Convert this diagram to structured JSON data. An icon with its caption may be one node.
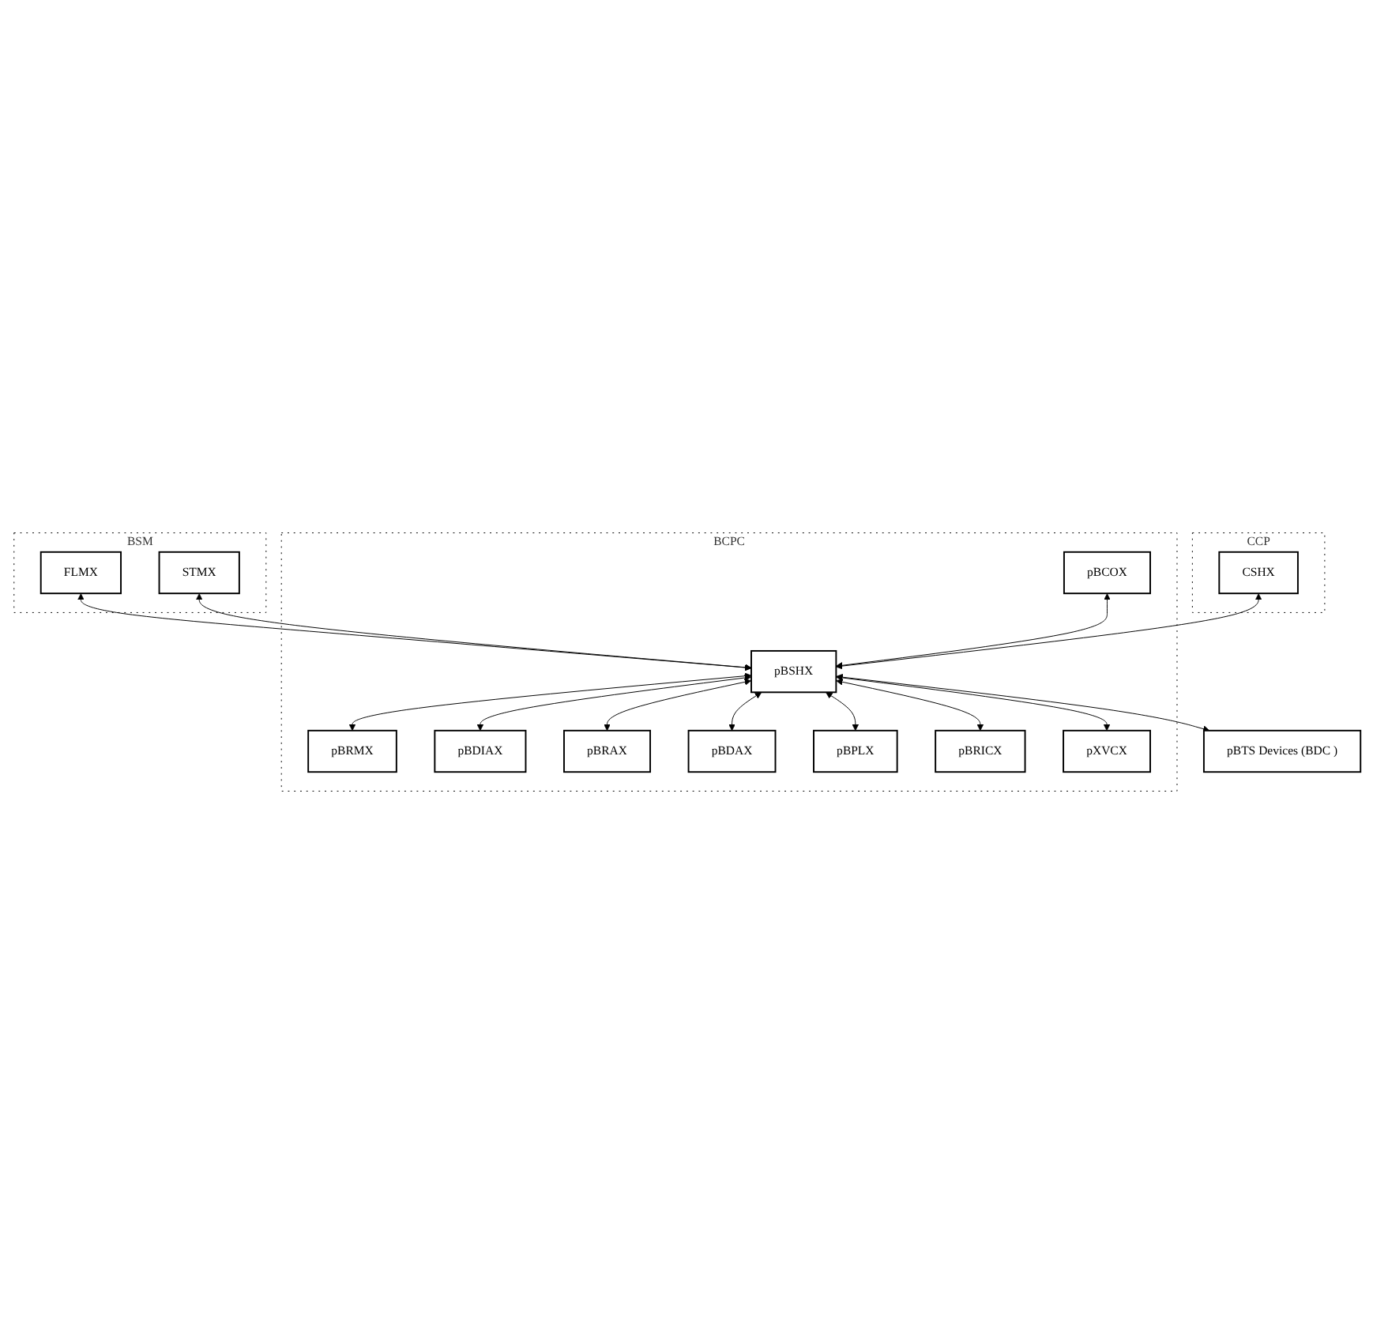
{
  "diagram": {
    "nodes": [
      {
        "text": [
          "BSM"
        ]
      },
      {
        "text": [
          "FLMX"
        ],
        "in": 0
      },
      {
        "text": [
          "STMX"
        ],
        "in": 0
      },
      {
        "text": [
          "CCP"
        ]
      },
      {
        "text": [
          "CSHX"
        ],
        "in": 3
      },
      {
        "text": [
          "BCPC"
        ]
      },
      {
        "text": [
          "pBCOX"
        ],
        "in": 5
      },
      {
        "text": [
          "pBSHX"
        ],
        "in": 5
      },
      {
        "text": [
          "pBRMX"
        ],
        "in": 5
      },
      {
        "text": [
          "pBDIAX"
        ],
        "in": 5
      },
      {
        "text": [
          "pBRAX"
        ],
        "in": 5
      },
      {
        "text": [
          "pBDAX"
        ],
        "in": 5
      },
      {
        "text": [
          "pBPLX"
        ],
        "in": 5
      },
      {
        "text": [
          "pBRICX"
        ],
        "in": 5
      },
      {
        "text": [
          "pXVCX"
        ],
        "in": 5
      },
      {
        "text": [
          "pBTS Devices (BDC )"
        ]
      }
    ],
    "edges": [
      {
        "from": 1,
        "to": 7,
        "arrow": "both"
      },
      {
        "from": 2,
        "to": 7,
        "arrow": "both"
      },
      {
        "from": 4,
        "to": 7,
        "arrow": "both"
      },
      {
        "from": 6,
        "to": 7,
        "arrow": "both"
      },
      {
        "from": 7,
        "to": 8,
        "arrow": "both"
      },
      {
        "from": 7,
        "to": 9,
        "arrow": "both"
      },
      {
        "from": 7,
        "to": 10,
        "arrow": "both"
      },
      {
        "from": 7,
        "to": 11,
        "arrow": "both"
      },
      {
        "from": 7,
        "to": 12,
        "arrow": "both"
      },
      {
        "from": 7,
        "to": 13,
        "arrow": "both"
      },
      {
        "from": 7,
        "to": 14,
        "arrow": "both"
      },
      {
        "from": 7,
        "to": 15,
        "arrow": "both"
      }
    ]
  }
}
